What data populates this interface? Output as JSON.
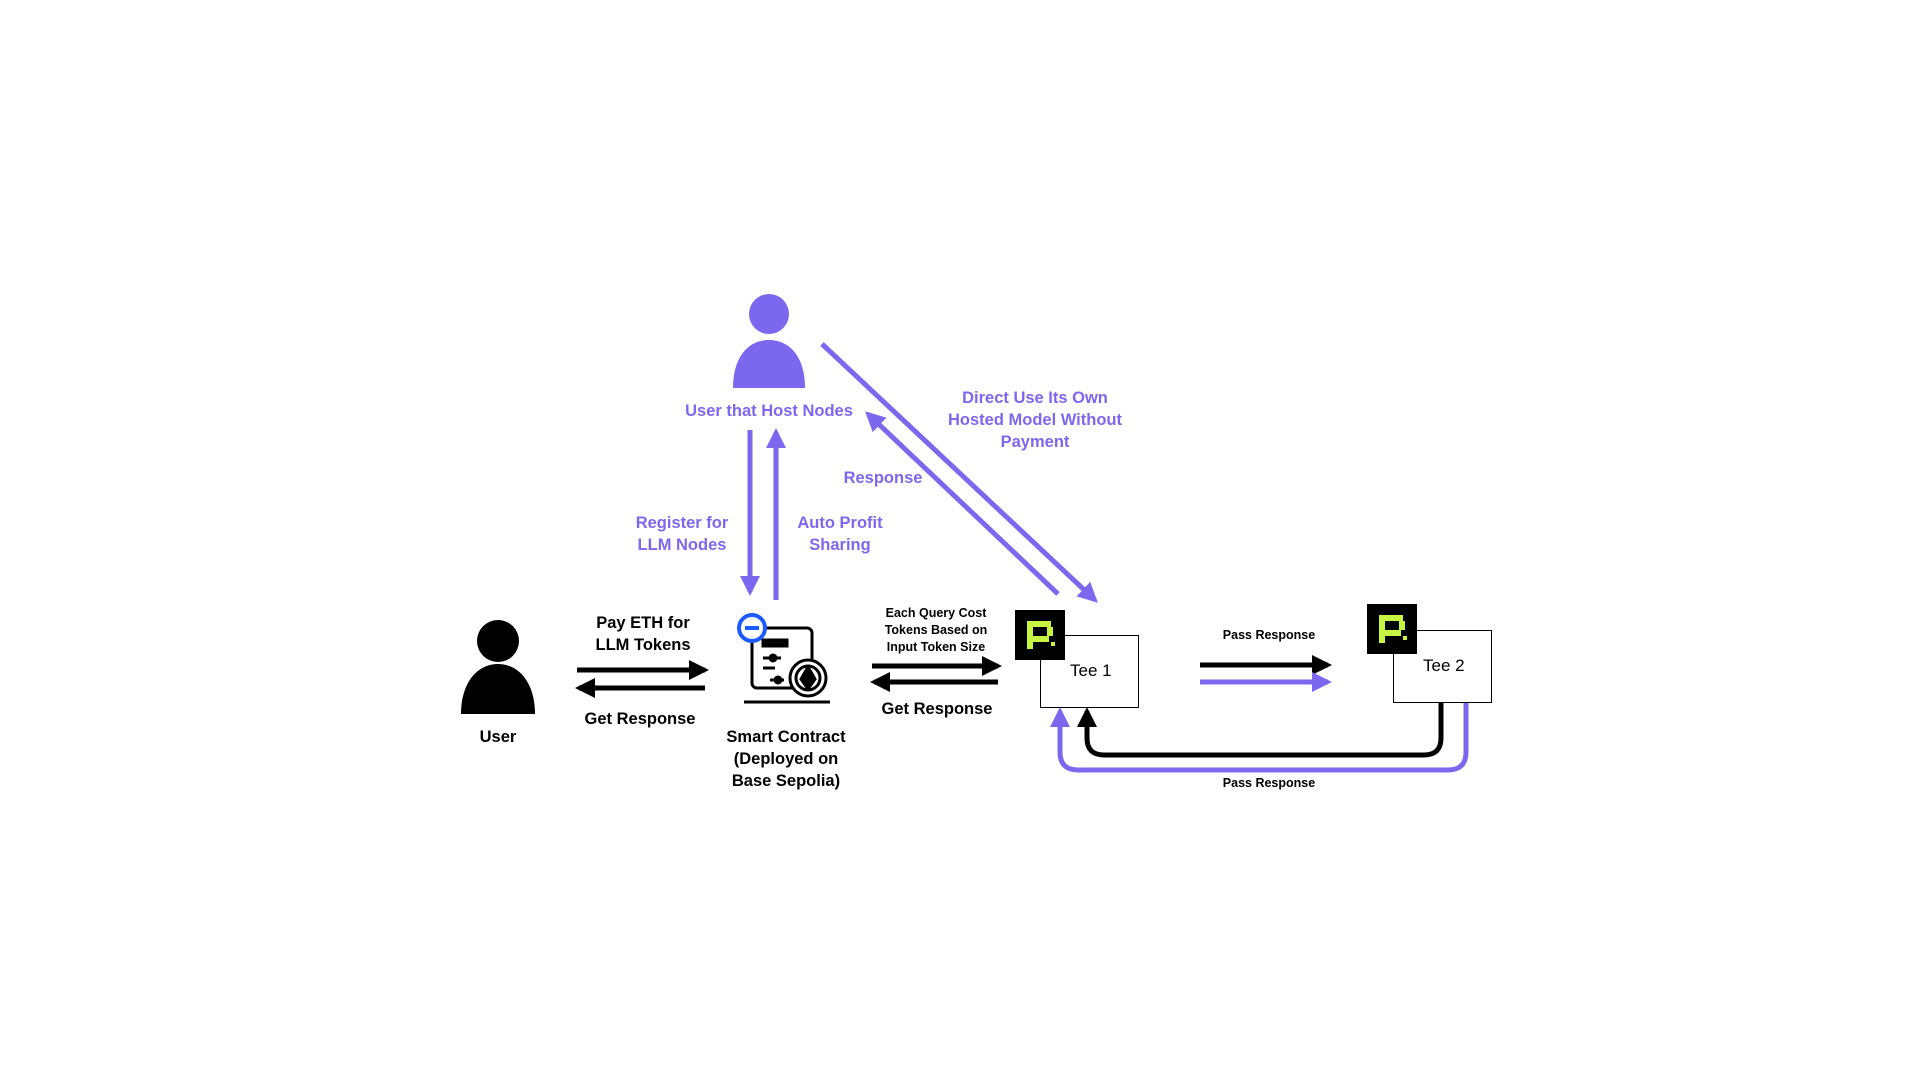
{
  "colors": {
    "accent": "#7B68EE",
    "ink": "#000000",
    "logo_green": "#C6F542",
    "contract_badge": "#1E5BFF"
  },
  "nodes": {
    "host_user": {
      "label": "User that Host Nodes",
      "icon": "person-icon"
    },
    "user": {
      "label": "User",
      "icon": "person-icon"
    },
    "smart_contract": {
      "label": "Smart Contract\n(Deployed on\nBase Sepolia)",
      "icon": "smart-contract-ethereum-icon"
    },
    "tee1": {
      "label": "Tee 1",
      "icon": "phala-logo-icon"
    },
    "tee2": {
      "label": "Tee 2",
      "icon": "phala-logo-icon"
    }
  },
  "edges": {
    "pay_eth": "Pay ETH for\nLLM Tokens",
    "get_response_user": "Get Response",
    "register": "Register for\nLLM Nodes",
    "auto_profit": "Auto Profit\nSharing",
    "direct_use": "Direct Use Its Own\nHosted Model Without\nPayment",
    "response_host": "Response",
    "query_cost": "Each Query Cost\nTokens Based on\nInput Token Size",
    "get_response_contract": "Get Response",
    "pass_response_top": "Pass Response",
    "pass_response_bottom": "Pass Response"
  }
}
